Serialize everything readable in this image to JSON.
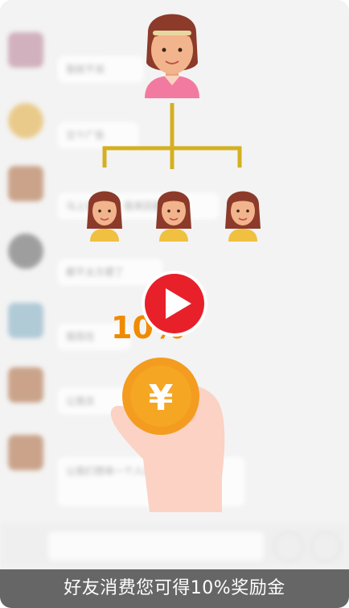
{
  "caption": "好友消费您可得10%奖励金",
  "reward": {
    "percent_label": "10%"
  },
  "play_button": {
    "icon": "play-icon",
    "color": "#e8202a"
  },
  "chat": {
    "messages": [
      {
        "name": "",
        "text": "我就不说",
        "avatar_color": "#c8a0b0"
      },
      {
        "name": "",
        "text": "交个广告",
        "avatar_color": "#e8c070"
      },
      {
        "name": "",
        "text": "马上来看了，我来回复了",
        "avatar_color": "#c09070"
      },
      {
        "name": "",
        "text": "都不太方便了",
        "avatar_color": "#8a8a8a"
      },
      {
        "name": "",
        "text": "我现在",
        "avatar_color": "#a0c0d0"
      },
      {
        "name": "",
        "text": "让我去",
        "avatar_color": "#c09070"
      },
      {
        "name": "",
        "text": "让我们想来一个人说到，你去做",
        "avatar_color": "#c09070"
      }
    ]
  },
  "colors": {
    "branch": "#d4b020",
    "coin": "#f5a623",
    "shirt": "#f27aa0"
  }
}
